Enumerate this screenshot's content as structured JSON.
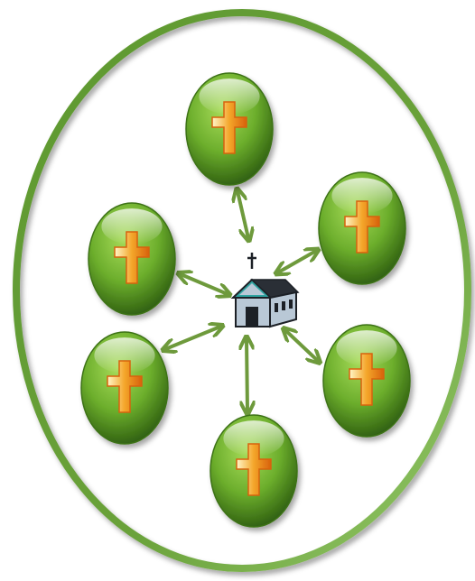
{
  "diagram": {
    "hub": {
      "icon": "church-icon"
    },
    "nodes": [
      {
        "id": "top",
        "icon": "cross-icon"
      },
      {
        "id": "upper-right",
        "icon": "cross-icon"
      },
      {
        "id": "lower-right",
        "icon": "cross-icon"
      },
      {
        "id": "bottom",
        "icon": "cross-icon"
      },
      {
        "id": "lower-left",
        "icon": "cross-icon"
      },
      {
        "id": "upper-left",
        "icon": "cross-icon"
      }
    ],
    "connector": {
      "style": "double-headed-arrow",
      "icon": "double-arrow-icon"
    }
  },
  "colors": {
    "ring": "#6aa23a",
    "node_light": "#a8dc5a",
    "node_mid": "#6cae2c",
    "node_dark": "#2f5f10",
    "arrow": "#6e9a3c",
    "cross_light": "#fff6c8",
    "cross_mid": "#f4a62a",
    "cross_dark": "#d8620c",
    "church_roof": "#2a2f36",
    "church_wall": "#b9c8d6",
    "church_trim": "#2fa3a0"
  }
}
